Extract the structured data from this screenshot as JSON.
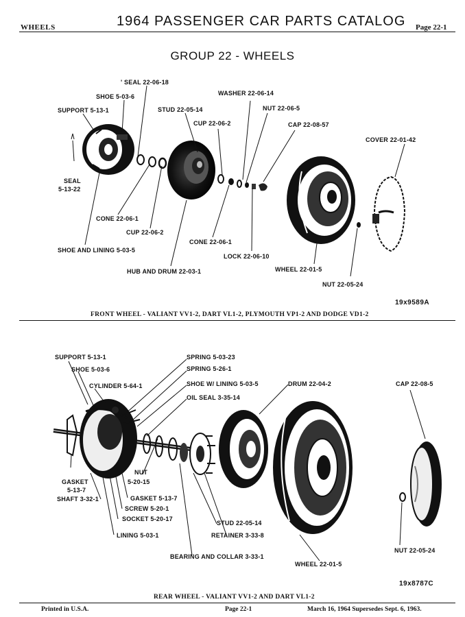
{
  "header": {
    "section": "WHEELS",
    "title": "1964 PASSENGER CAR PARTS CATALOG",
    "page": "Page 22-1"
  },
  "group_title": "GROUP 22 - WHEELS",
  "front": {
    "labels": {
      "seal_22_06_18": "' SEAL 22-06-18",
      "shoe_5_03_6": "SHOE 5-03-6",
      "support_5_13_1": "SUPPORT 5-13-1",
      "stud_22_05_14": "STUD 22-05-14",
      "washer_22_06_14": "WASHER 22-06-14",
      "nut_22_06_5": "NUT 22-06-5",
      "cup_22_06_2_top": "CUP 22-06-2",
      "cap_22_08_57": "CAP 22-08-57",
      "cover_22_01_42": "COVER 22-01-42",
      "seal_5_13_22_line1": "SEAL",
      "seal_5_13_22_line2": "5-13-22",
      "cone_22_06_1_left": "CONE 22-06-1",
      "cup_22_06_2_bottom": "CUP 22-06-2",
      "shoe_and_lining_5_03_5": "SHOE AND LINING 5-03-5",
      "cone_22_06_1_mid": "CONE 22-06-1",
      "lock_22_06_10": "LOCK 22-06-10",
      "hub_and_drum_22_03_1": "HUB AND DRUM 22-03-1",
      "wheel_22_01_5": "WHEEL 22-01-5",
      "nut_22_05_24": "NUT 22-05-24"
    },
    "ref": "19x9589A",
    "caption": "FRONT WHEEL - VALIANT VV1-2, DART VL1-2, PLYMOUTH VP1-2 AND DODGE VD1-2"
  },
  "rear": {
    "labels": {
      "support_5_13_1": "SUPPORT 5-13-1",
      "shoe_5_03_6": "SHOE 5-03-6",
      "cylinder_5_64_1": "CYLINDER 5-64-1",
      "spring_5_03_23": "SPRING 5-03-23",
      "spring_5_26_1": "SPRING 5-26-1",
      "shoe_w_lining_5_03_5": "SHOE W/ LINING 5-03-5",
      "drum_22_04_2": "DRUM 22-04-2",
      "oil_seal_3_35_14": "OIL SEAL 3-35-14",
      "cap_22_08_5": "CAP 22-08-5",
      "nut_5_20_15_line1": "NUT",
      "nut_5_20_15_line2": "5-20-15",
      "gasket_5_13_7_line1": "GASKET",
      "gasket_5_13_7_line2": "5-13-7",
      "shaft_3_32_1": "SHAFT 3-32-1",
      "gasket_5_13_7_right": "GASKET 5-13-7",
      "screw_5_20_1": "SCREW 5-20-1",
      "socket_5_20_17": "SOCKET 5-20-17",
      "stud_22_05_14": "STUD 22-05-14",
      "lining_5_03_1": "LINING 5-03-1",
      "retainer_3_33_8": "RETAINER 3-33-8",
      "bearing_and_collar_3_33_1": "BEARING AND COLLAR 3-33-1",
      "wheel_22_01_5": "WHEEL 22-01-5",
      "nut_22_05_24": "NUT 22-05-24"
    },
    "ref": "19x8787C",
    "caption": "REAR WHEEL - VALIANT VV1-2 AND DART VL1-2"
  },
  "footer": {
    "printed": "Printed in U.S.A.",
    "page": "Page 22-1",
    "date": "March 16, 1964 Supersedes Sept. 6, 1963."
  }
}
